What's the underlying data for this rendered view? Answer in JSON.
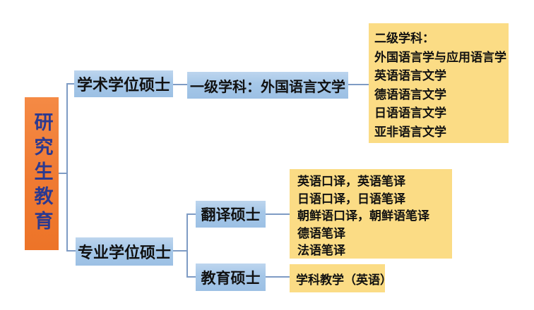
{
  "diagram": {
    "title_hint": "graduate-education-structure",
    "root": {
      "label": "研究生教育"
    },
    "academic": {
      "degree_label": "学术学位硕士",
      "first_level_label": "一级学科：外国语言文学",
      "second_level": {
        "header": "二级学科：",
        "items": [
          "外国语言学与应用语言学",
          "英语语言文学",
          "德语语言文学",
          "日语语言文学",
          "亚非语言文学"
        ]
      }
    },
    "professional": {
      "degree_label": "专业学位硕士",
      "translation": {
        "label": "翻译硕士",
        "programs": [
          "英语口译，英语笔译",
          "日语口译，日语笔译",
          "朝鲜语口译，朝鲜语笔译",
          "德语笔译",
          "法语笔译"
        ]
      },
      "education": {
        "label": "教育硕士",
        "programs": [
          "学科教学（英语）"
        ]
      }
    },
    "colors": {
      "root_fill": "#EF7A32",
      "root_text": "#2B3990",
      "branch_fill": "#A5C7E8",
      "leaf_fill": "#FBDC85",
      "connector": "#7E9BC4",
      "box_text": "#111111",
      "background": "#FFFFFF"
    }
  }
}
